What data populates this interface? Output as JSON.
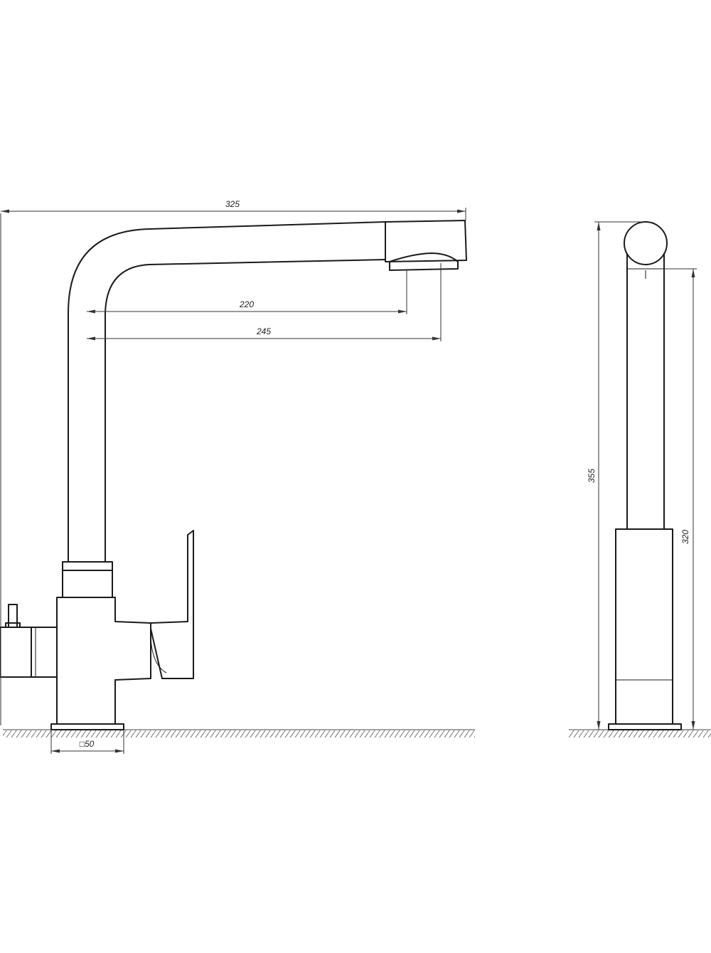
{
  "dimensions": {
    "overall_reach": "325",
    "spout_reach_inner": "220",
    "spout_reach_outer": "245",
    "base_square_symbol": "□",
    "base_square": "50",
    "total_height": "355",
    "spout_height": "320"
  },
  "colors": {
    "line": "#1a1a1a",
    "dimension": "#333333",
    "background": "#ffffff"
  }
}
